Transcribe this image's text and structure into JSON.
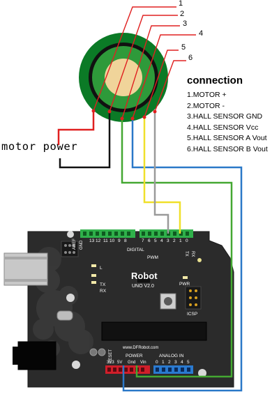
{
  "callouts": [
    "1",
    "2",
    "3",
    "4",
    "5",
    "6"
  ],
  "connection": {
    "title": "connection",
    "items": [
      "1.MOTOR +",
      "2.MOTOR -",
      "3.HALL SENSOR GND",
      "4.HALL SENSOR Vcc",
      "5.HALL SENSOR A Vout",
      "6.HALL SENSOR B Vout"
    ]
  },
  "motor_power_label": "motor power",
  "board": {
    "brand": "Robot",
    "model": "UNO V2.0",
    "website": "www.DFRobot.com",
    "leds": {
      "l": "L",
      "tx": "TX",
      "rx": "RX",
      "pwr": "PWR"
    },
    "icsp": "ICSP",
    "aref": "AREF",
    "gnd": "GND",
    "digital": "DIGITAL",
    "pwm": "PWM",
    "reset": "RESET",
    "power": "POWER",
    "power_pins": [
      "3V3",
      "5V",
      "Gnd",
      "Vin"
    ],
    "analog_in": "ANALOG IN",
    "analog_pins": [
      "0",
      "1",
      "2",
      "3",
      "4",
      "5"
    ],
    "digital_left_pins": [
      "13",
      "12",
      "11",
      "10",
      "9",
      "8"
    ],
    "digital_right_pins": [
      "7",
      "6",
      "5",
      "4",
      "3",
      "2",
      "1",
      "0"
    ],
    "digital_sub_labels": [
      "TX",
      "RX"
    ]
  },
  "colors": {
    "motor_outer": "#0b7a26",
    "motor_ring": "#111111",
    "motor_inner": "#2e9a3a",
    "motor_shaft": "#f0d49a",
    "wire_red": "#e02020",
    "wire_black": "#111111",
    "wire_green": "#44a832",
    "wire_blue": "#2a78c8",
    "wire_yellow": "#f0e02a",
    "wire_gray": "#9a9a9a",
    "board": "#2b2b2b",
    "header_green": "#2fb04a",
    "header_red": "#d01e2a",
    "header_blue": "#2a7ad0"
  }
}
